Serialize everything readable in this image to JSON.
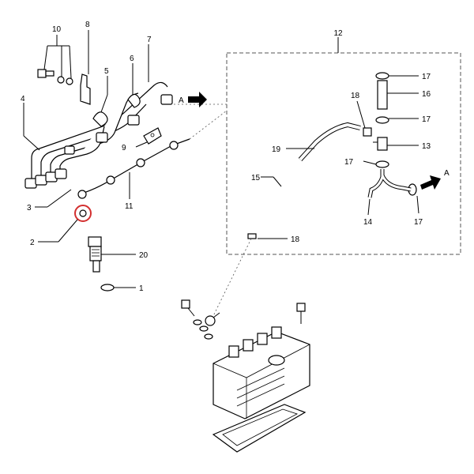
{
  "diagram": {
    "callouts": {
      "c1": "1",
      "c2": "2",
      "c3": "3",
      "c4": "4",
      "c5": "5",
      "c6": "6",
      "c7": "7",
      "c8": "8",
      "c9": "9",
      "c10": "10",
      "c11": "11",
      "c12": "12",
      "c13": "13",
      "c14": "14",
      "c15": "15",
      "c16": "16",
      "c17a": "17",
      "c17b": "17",
      "c17c": "17",
      "c17d": "17",
      "c18a": "18",
      "c18b": "18",
      "c19": "19",
      "c20": "20"
    },
    "arrow_labels": {
      "a1": "A",
      "a2": "A"
    },
    "highlight_color": "#d32f2f",
    "box_color": "#555555"
  }
}
